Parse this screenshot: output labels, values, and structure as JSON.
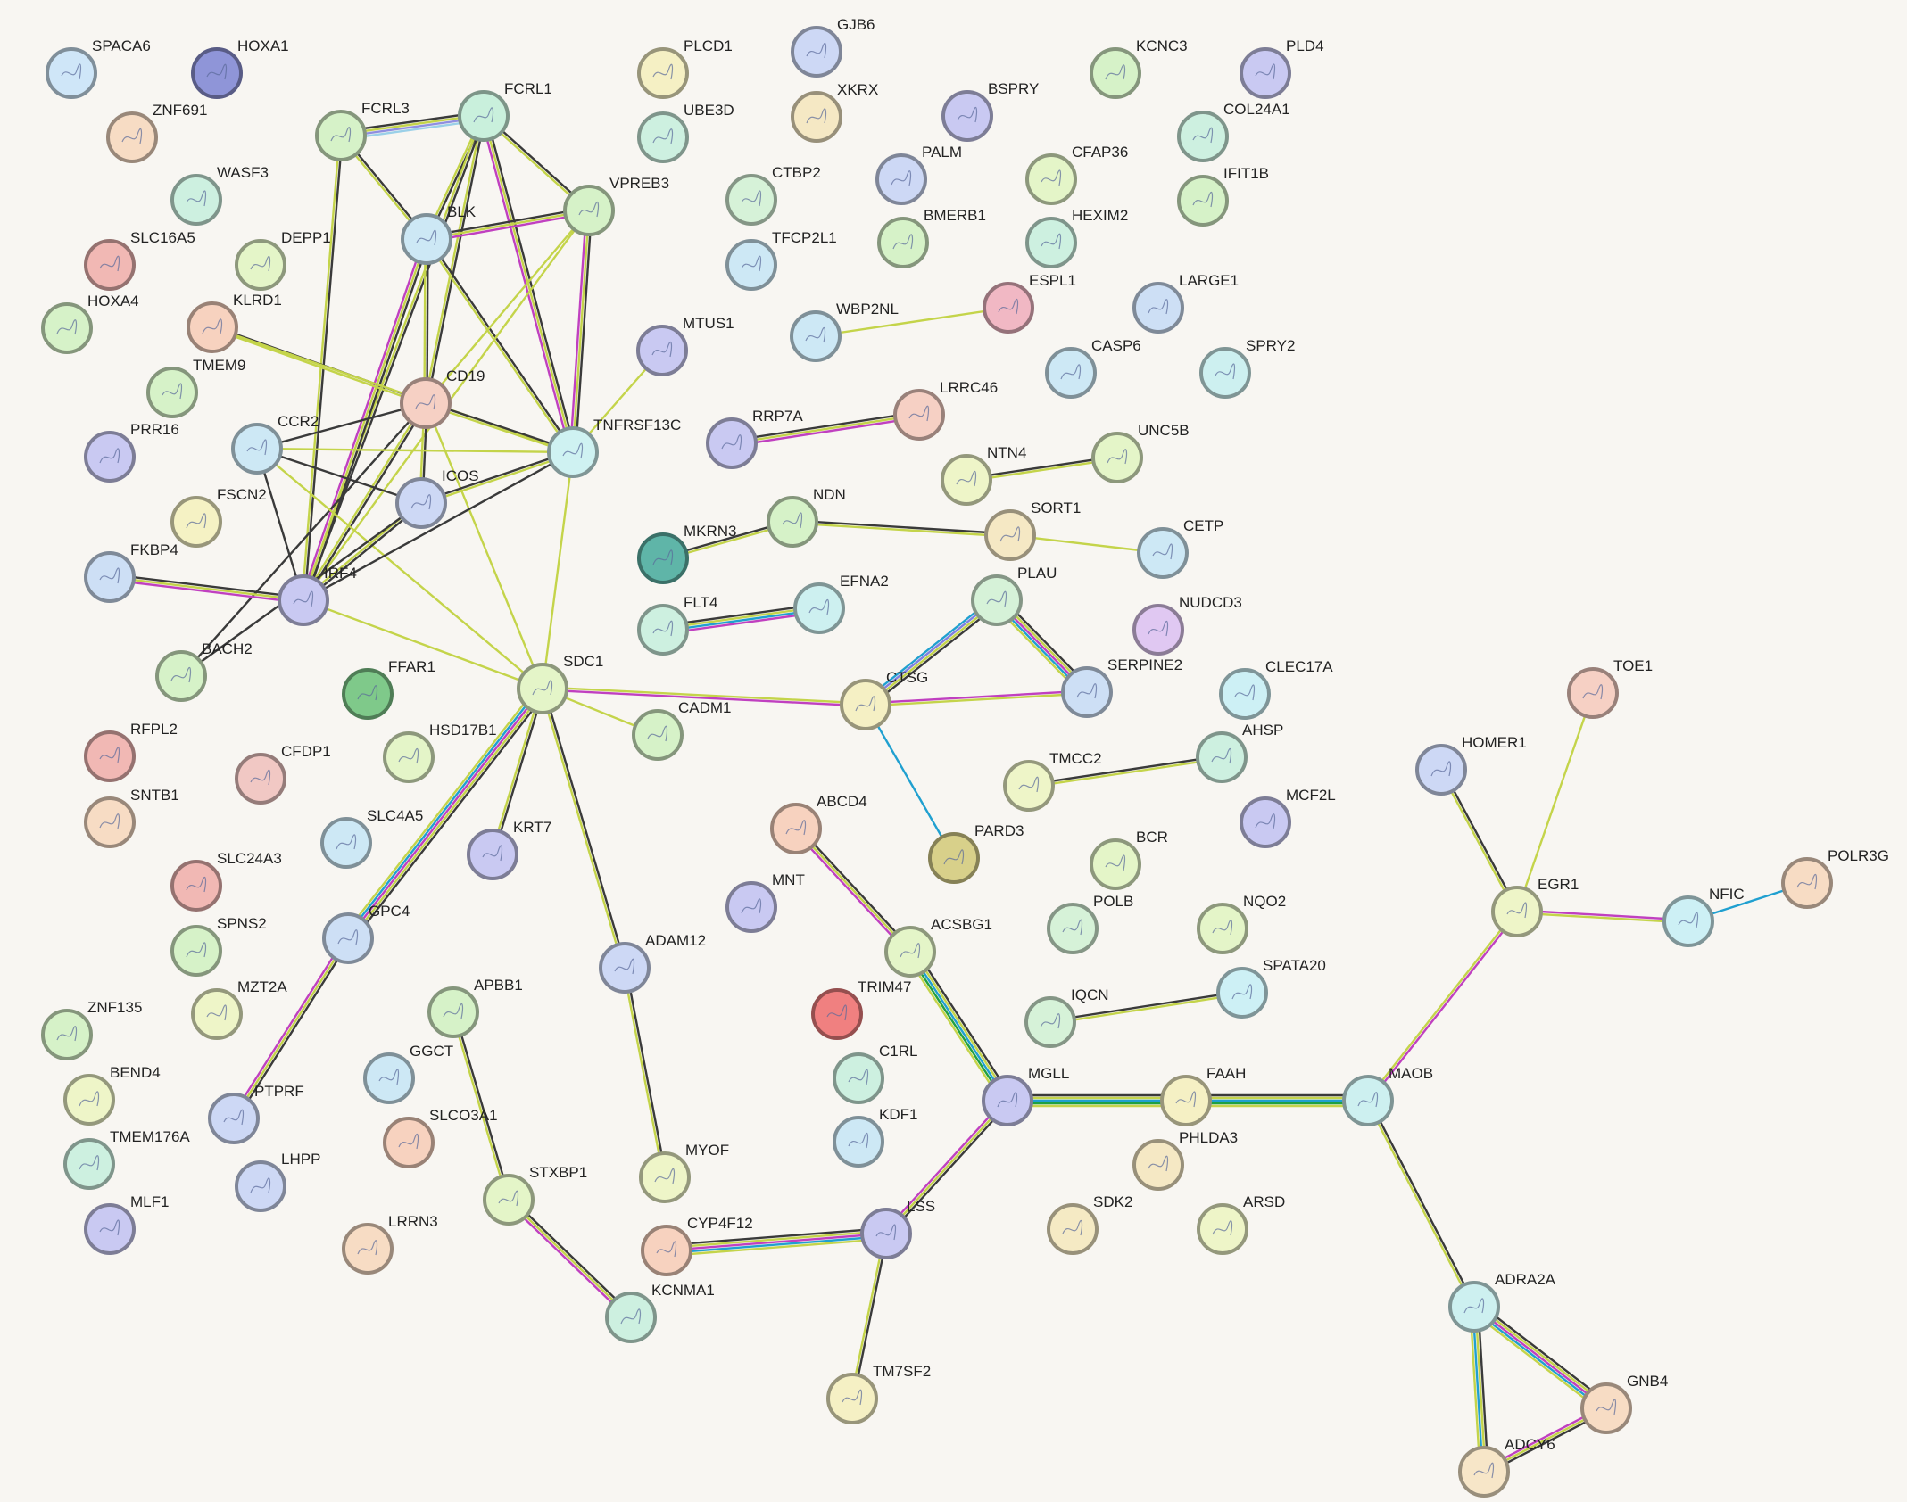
{
  "network": {
    "nodes": [
      {
        "id": "SPACA6",
        "color": "#cfe6f8"
      },
      {
        "id": "HOXA1",
        "color": "#8f95d8"
      },
      {
        "id": "ZNF691",
        "color": "#f7dcc4"
      },
      {
        "id": "FCRL3",
        "color": "#d6f2c8"
      },
      {
        "id": "FCRL1",
        "color": "#c9f0dc"
      },
      {
        "id": "WASF3",
        "color": "#cdf0e0"
      },
      {
        "id": "SLC16A5",
        "color": "#f1b8b4"
      },
      {
        "id": "DEPP1",
        "color": "#e4f5c8"
      },
      {
        "id": "HOXA4",
        "color": "#d6f2c8"
      },
      {
        "id": "KLRD1",
        "color": "#f7d2bf"
      },
      {
        "id": "TMEM9",
        "color": "#d6f2c8"
      },
      {
        "id": "BLK",
        "color": "#cde8f5"
      },
      {
        "id": "VPREB3",
        "color": "#d6f2c8"
      },
      {
        "id": "CD19",
        "color": "#f6d0c4"
      },
      {
        "id": "PRR16",
        "color": "#c9c9f2"
      },
      {
        "id": "CCR2",
        "color": "#cde8f5"
      },
      {
        "id": "TNFRSF13C",
        "color": "#cff2f2"
      },
      {
        "id": "MTUS1",
        "color": "#c9c9f2"
      },
      {
        "id": "ICOS",
        "color": "#cdd8f5"
      },
      {
        "id": "FSCN2",
        "color": "#f5f2c4"
      },
      {
        "id": "FKBP4",
        "color": "#cddff5"
      },
      {
        "id": "IRF4",
        "color": "#c9c9f2"
      },
      {
        "id": "BACH2",
        "color": "#d6f2c8"
      },
      {
        "id": "FFAR1",
        "color": "#7fc98a"
      },
      {
        "id": "SDC1",
        "color": "#e4f5c8"
      },
      {
        "id": "RFPL2",
        "color": "#f1b8b4"
      },
      {
        "id": "CFDP1",
        "color": "#f1c8c4"
      },
      {
        "id": "HSD17B1",
        "color": "#e4f5c8"
      },
      {
        "id": "SNTB1",
        "color": "#f7dcc4"
      },
      {
        "id": "SLC4A5",
        "color": "#cde8f5"
      },
      {
        "id": "KRT7",
        "color": "#c9c9f2"
      },
      {
        "id": "CADM1",
        "color": "#d6f2c8"
      },
      {
        "id": "SLC24A3",
        "color": "#f1b8b4"
      },
      {
        "id": "GPC4",
        "color": "#cddff5"
      },
      {
        "id": "SPNS2",
        "color": "#d6f2c8"
      },
      {
        "id": "MZT2A",
        "color": "#eef5c8"
      },
      {
        "id": "ADAM12",
        "color": "#cdd8f5"
      },
      {
        "id": "APBB1",
        "color": "#d6f2c8"
      },
      {
        "id": "ZNF135",
        "color": "#d6f2c8"
      },
      {
        "id": "BEND4",
        "color": "#eef5c8"
      },
      {
        "id": "GGCT",
        "color": "#cde8f5"
      },
      {
        "id": "PTPRF",
        "color": "#cdd8f5"
      },
      {
        "id": "SLCO3A1",
        "color": "#f7d2bf"
      },
      {
        "id": "TMEM176A",
        "color": "#cdf0e0"
      },
      {
        "id": "LHPP",
        "color": "#cdd8f5"
      },
      {
        "id": "MLF1",
        "color": "#c9c9f2"
      },
      {
        "id": "STXBP1",
        "color": "#e4f5c8"
      },
      {
        "id": "MYOF",
        "color": "#eef5c8"
      },
      {
        "id": "LRRN3",
        "color": "#f7dcc4"
      },
      {
        "id": "KCNMA1",
        "color": "#cdf0e0"
      },
      {
        "id": "CYP4F12",
        "color": "#f7d2bf"
      },
      {
        "id": "PLCD1",
        "color": "#f5f0c4"
      },
      {
        "id": "GJB6",
        "color": "#cdd8f5"
      },
      {
        "id": "UBE3D",
        "color": "#cdf0e0"
      },
      {
        "id": "XKRX",
        "color": "#f5e8c4"
      },
      {
        "id": "CTBP2",
        "color": "#d6f2d8"
      },
      {
        "id": "TFCP2L1",
        "color": "#cde8f5"
      },
      {
        "id": "WBP2NL",
        "color": "#cde8f5"
      },
      {
        "id": "RRP7A",
        "color": "#c9c9f2"
      },
      {
        "id": "MKRN3",
        "color": "#5fb5a8"
      },
      {
        "id": "NDN",
        "color": "#d6f2c8"
      },
      {
        "id": "FLT4",
        "color": "#cdf0e0"
      },
      {
        "id": "EFNA2",
        "color": "#cdf0f0"
      },
      {
        "id": "ABCD4",
        "color": "#f7d2bf"
      },
      {
        "id": "MNT",
        "color": "#c9c9f2"
      },
      {
        "id": "TRIM47",
        "color": "#f08080"
      },
      {
        "id": "C1RL",
        "color": "#cdf0e0"
      },
      {
        "id": "KDF1",
        "color": "#cde8f5"
      },
      {
        "id": "ACSBG1",
        "color": "#e4f5c8"
      },
      {
        "id": "MGLL",
        "color": "#c9c9f2"
      },
      {
        "id": "LSS",
        "color": "#c9c9f2"
      },
      {
        "id": "TM7SF2",
        "color": "#f5f0c4"
      },
      {
        "id": "BSPRY",
        "color": "#c9c9f2"
      },
      {
        "id": "PALM",
        "color": "#cdd8f5"
      },
      {
        "id": "BMERB1",
        "color": "#d6f2c8"
      },
      {
        "id": "CFAP36",
        "color": "#e4f5c8"
      },
      {
        "id": "HEXIM2",
        "color": "#cdf0e0"
      },
      {
        "id": "ESPL1",
        "color": "#f1b8c4"
      },
      {
        "id": "LARGE1",
        "color": "#cddff5"
      },
      {
        "id": "CASP6",
        "color": "#cde8f5"
      },
      {
        "id": "SPRY2",
        "color": "#cdf0f0"
      },
      {
        "id": "LRRC46",
        "color": "#f6d0c4"
      },
      {
        "id": "NTN4",
        "color": "#eef5c8"
      },
      {
        "id": "UNC5B",
        "color": "#e4f5c8"
      },
      {
        "id": "SORT1",
        "color": "#f5e8c4"
      },
      {
        "id": "CETP",
        "color": "#cde8f5"
      },
      {
        "id": "PLAU",
        "color": "#d6f2d8"
      },
      {
        "id": "NUDCD3",
        "color": "#e0c8f2"
      },
      {
        "id": "SERPINE2",
        "color": "#cddff5"
      },
      {
        "id": "CTSG",
        "color": "#f5f0c4"
      },
      {
        "id": "CLEC17A",
        "color": "#cdf0f5"
      },
      {
        "id": "TMCC2",
        "color": "#eef5c8"
      },
      {
        "id": "AHSP",
        "color": "#cdf0e0"
      },
      {
        "id": "MCF2L",
        "color": "#c9c9f2"
      },
      {
        "id": "PARD3",
        "color": "#d8d08a"
      },
      {
        "id": "BCR",
        "color": "#e4f5c8"
      },
      {
        "id": "POLB",
        "color": "#d6f2d8"
      },
      {
        "id": "NQO2",
        "color": "#e4f5c8"
      },
      {
        "id": "IQCN",
        "color": "#d6f2d8"
      },
      {
        "id": "SPATA20",
        "color": "#cdf0f5"
      },
      {
        "id": "FAAH",
        "color": "#f5f0c4"
      },
      {
        "id": "PHLDA3",
        "color": "#f5e8c4"
      },
      {
        "id": "SDK2",
        "color": "#f5eac4"
      },
      {
        "id": "ARSD",
        "color": "#eef5c8"
      },
      {
        "id": "KCNC3",
        "color": "#d6f2c8"
      },
      {
        "id": "PLD4",
        "color": "#c9c9f2"
      },
      {
        "id": "COL24A1",
        "color": "#cdf0e0"
      },
      {
        "id": "IFIT1B",
        "color": "#d6f2c8"
      },
      {
        "id": "TOE1",
        "color": "#f6d0c4"
      },
      {
        "id": "HOMER1",
        "color": "#cdd8f5"
      },
      {
        "id": "EGR1",
        "color": "#eef5c8"
      },
      {
        "id": "NFIC",
        "color": "#cdf0f5"
      },
      {
        "id": "POLR3G",
        "color": "#f7dcc4"
      },
      {
        "id": "MAOB",
        "color": "#cdf0f0"
      },
      {
        "id": "ADRA2A",
        "color": "#cdf0f0"
      },
      {
        "id": "GNB4",
        "color": "#f7dcc4"
      },
      {
        "id": "ADCY6",
        "color": "#f7e6c8"
      }
    ],
    "edges": [
      {
        "source": "FCRL3",
        "target": "FCRL1",
        "colors": [
          "#3a3a3a",
          "#c4d44a",
          "#8f8fe0",
          "#9ad0e8"
        ]
      },
      {
        "source": "FCRL3",
        "target": "BLK",
        "colors": [
          "#3a3a3a",
          "#c4d44a"
        ]
      },
      {
        "source": "FCRL3",
        "target": "IRF4",
        "colors": [
          "#3a3a3a",
          "#c4d44a"
        ]
      },
      {
        "source": "FCRL1",
        "target": "BLK",
        "colors": [
          "#3a3a3a",
          "#c4d44a"
        ]
      },
      {
        "source": "FCRL1",
        "target": "VPREB3",
        "colors": [
          "#3a3a3a",
          "#c4d44a"
        ]
      },
      {
        "source": "FCRL1",
        "target": "CD19",
        "colors": [
          "#3a3a3a",
          "#c4d44a"
        ]
      },
      {
        "source": "FCRL1",
        "target": "TNFRSF13C",
        "colors": [
          "#3a3a3a",
          "#c4d44a",
          "#c040c0"
        ]
      },
      {
        "source": "FCRL1",
        "target": "IRF4",
        "colors": [
          "#3a3a3a",
          "#c4d44a"
        ]
      },
      {
        "source": "BLK",
        "target": "VPREB3",
        "colors": [
          "#3a3a3a",
          "#c4d44a",
          "#c040c0"
        ]
      },
      {
        "source": "BLK",
        "target": "CD19",
        "colors": [
          "#3a3a3a",
          "#c4d44a"
        ]
      },
      {
        "source": "BLK",
        "target": "IRF4",
        "colors": [
          "#3a3a3a",
          "#c4d44a",
          "#c040c0"
        ]
      },
      {
        "source": "BLK",
        "target": "TNFRSF13C",
        "colors": [
          "#3a3a3a",
          "#c4d44a"
        ]
      },
      {
        "source": "VPREB3",
        "target": "CD19",
        "colors": [
          "#c4d44a"
        ]
      },
      {
        "source": "VPREB3",
        "target": "TNFRSF13C",
        "colors": [
          "#3a3a3a",
          "#c4d44a",
          "#c040c0"
        ]
      },
      {
        "source": "VPREB3",
        "target": "IRF4",
        "colors": [
          "#c4d44a"
        ]
      },
      {
        "source": "KLRD1",
        "target": "CD19",
        "colors": [
          "#3a3a3a",
          "#c4d44a"
        ]
      },
      {
        "source": "KLRD1",
        "target": "TNFRSF13C",
        "colors": [
          "#c4d44a"
        ]
      },
      {
        "source": "CD19",
        "target": "CCR2",
        "colors": [
          "#3a3a3a"
        ]
      },
      {
        "source": "CD19",
        "target": "ICOS",
        "colors": [
          "#3a3a3a",
          "#c4d44a"
        ]
      },
      {
        "source": "CD19",
        "target": "TNFRSF13C",
        "colors": [
          "#3a3a3a",
          "#c4d44a"
        ]
      },
      {
        "source": "CD19",
        "target": "IRF4",
        "colors": [
          "#3a3a3a",
          "#c4d44a"
        ]
      },
      {
        "source": "CD19",
        "target": "BACH2",
        "colors": [
          "#3a3a3a"
        ]
      },
      {
        "source": "CD19",
        "target": "SDC1",
        "colors": [
          "#c4d44a"
        ]
      },
      {
        "source": "CCR2",
        "target": "ICOS",
        "colors": [
          "#3a3a3a"
        ]
      },
      {
        "source": "CCR2",
        "target": "TNFRSF13C",
        "colors": [
          "#c4d44a"
        ]
      },
      {
        "source": "CCR2",
        "target": "IRF4",
        "colors": [
          "#3a3a3a"
        ]
      },
      {
        "source": "CCR2",
        "target": "SDC1",
        "colors": [
          "#c4d44a"
        ]
      },
      {
        "source": "ICOS",
        "target": "IRF4",
        "colors": [
          "#3a3a3a",
          "#c4d44a"
        ]
      },
      {
        "source": "ICOS",
        "target": "TNFRSF13C",
        "colors": [
          "#3a3a3a",
          "#c4d44a"
        ]
      },
      {
        "source": "ICOS",
        "target": "BACH2",
        "colors": [
          "#3a3a3a"
        ]
      },
      {
        "source": "TNFRSF13C",
        "target": "IRF4",
        "colors": [
          "#3a3a3a"
        ]
      },
      {
        "source": "TNFRSF13C",
        "target": "MTUS1",
        "colors": [
          "#c4d44a"
        ]
      },
      {
        "source": "TNFRSF13C",
        "target": "SDC1",
        "colors": [
          "#c4d44a"
        ]
      },
      {
        "source": "FKBP4",
        "target": "IRF4",
        "colors": [
          "#3a3a3a",
          "#c4d44a",
          "#c040c0"
        ]
      },
      {
        "source": "IRF4",
        "target": "SDC1",
        "colors": [
          "#c4d44a"
        ]
      },
      {
        "source": "SDC1",
        "target": "CADM1",
        "colors": [
          "#c4d44a"
        ]
      },
      {
        "source": "SDC1",
        "target": "CTSG",
        "colors": [
          "#c4d44a",
          "#c040c0"
        ]
      },
      {
        "source": "SDC1",
        "target": "KRT7",
        "colors": [
          "#3a3a3a",
          "#c4d44a"
        ]
      },
      {
        "source": "SDC1",
        "target": "ADAM12",
        "colors": [
          "#3a3a3a",
          "#c4d44a"
        ]
      },
      {
        "source": "SDC1",
        "target": "GPC4",
        "colors": [
          "#3a3a3a",
          "#c4d44a",
          "#c040c0",
          "#20a0d0",
          "#c4d44a"
        ]
      },
      {
        "source": "GPC4",
        "target": "PTPRF",
        "colors": [
          "#3a3a3a",
          "#c4d44a",
          "#c040c0"
        ]
      },
      {
        "source": "ADAM12",
        "target": "MYOF",
        "colors": [
          "#3a3a3a",
          "#c4d44a"
        ]
      },
      {
        "source": "APBB1",
        "target": "STXBP1",
        "colors": [
          "#3a3a3a",
          "#c4d44a"
        ]
      },
      {
        "source": "STXBP1",
        "target": "KCNMA1",
        "colors": [
          "#3a3a3a",
          "#c4d44a",
          "#c040c0"
        ]
      },
      {
        "source": "WBP2NL",
        "target": "ESPL1",
        "colors": [
          "#c4d44a"
        ]
      },
      {
        "source": "RRP7A",
        "target": "LRRC46",
        "colors": [
          "#3a3a3a",
          "#c4d44a",
          "#c040c0"
        ]
      },
      {
        "source": "NTN4",
        "target": "UNC5B",
        "colors": [
          "#3a3a3a",
          "#c4d44a"
        ]
      },
      {
        "source": "MKRN3",
        "target": "NDN",
        "colors": [
          "#3a3a3a",
          "#c4d44a"
        ]
      },
      {
        "source": "NDN",
        "target": "SORT1",
        "colors": [
          "#3a3a3a",
          "#c4d44a"
        ]
      },
      {
        "source": "SORT1",
        "target": "CETP",
        "colors": [
          "#c4d44a"
        ]
      },
      {
        "source": "FLT4",
        "target": "EFNA2",
        "colors": [
          "#3a3a3a",
          "#c4d44a",
          "#20a0d0",
          "#c040c0"
        ]
      },
      {
        "source": "PLAU",
        "target": "SERPINE2",
        "colors": [
          "#3a3a3a",
          "#c4d44a",
          "#c040c0",
          "#20a0d0",
          "#c4d44a"
        ]
      },
      {
        "source": "PLAU",
        "target": "CTSG",
        "colors": [
          "#3a3a3a",
          "#c4d44a",
          "#8080e0",
          "#20a0d0"
        ]
      },
      {
        "source": "CTSG",
        "target": "SERPINE2",
        "colors": [
          "#c040c0",
          "#c4d44a"
        ]
      },
      {
        "source": "CTSG",
        "target": "PARD3",
        "colors": [
          "#20a0d0"
        ]
      },
      {
        "source": "TMCC2",
        "target": "AHSP",
        "colors": [
          "#3a3a3a",
          "#c4d44a"
        ]
      },
      {
        "source": "IQCN",
        "target": "SPATA20",
        "colors": [
          "#3a3a3a",
          "#c4d44a"
        ]
      },
      {
        "source": "ABCD4",
        "target": "ACSBG1",
        "colors": [
          "#3a3a3a",
          "#c4d44a",
          "#c040c0"
        ]
      },
      {
        "source": "ACSBG1",
        "target": "MGLL",
        "colors": [
          "#3a3a3a",
          "#c4d44a",
          "#20a0d0",
          "#20a040",
          "#c4d44a"
        ]
      },
      {
        "source": "MGLL",
        "target": "FAAH",
        "colors": [
          "#3a3a3a",
          "#c4d44a",
          "#20a0d0",
          "#20a040",
          "#c4d44a"
        ]
      },
      {
        "source": "MGLL",
        "target": "LSS",
        "colors": [
          "#3a3a3a",
          "#c4d44a",
          "#c040c0"
        ]
      },
      {
        "source": "FAAH",
        "target": "MAOB",
        "colors": [
          "#3a3a3a",
          "#c4d44a",
          "#20a0d0",
          "#20a040",
          "#c4d44a"
        ]
      },
      {
        "source": "CYP4F12",
        "target": "LSS",
        "colors": [
          "#3a3a3a",
          "#c4d44a",
          "#c040c0",
          "#20a0d0",
          "#c4d44a"
        ]
      },
      {
        "source": "LSS",
        "target": "TM7SF2",
        "colors": [
          "#3a3a3a",
          "#c4d44a"
        ]
      },
      {
        "source": "HOMER1",
        "target": "EGR1",
        "colors": [
          "#3a3a3a",
          "#c4d44a"
        ]
      },
      {
        "source": "TOE1",
        "target": "EGR1",
        "colors": [
          "#c4d44a"
        ]
      },
      {
        "source": "EGR1",
        "target": "NFIC",
        "colors": [
          "#c040c0",
          "#c4d44a"
        ]
      },
      {
        "source": "NFIC",
        "target": "POLR3G",
        "colors": [
          "#20a0d0"
        ]
      },
      {
        "source": "EGR1",
        "target": "MAOB",
        "colors": [
          "#c040c0",
          "#c4d44a"
        ]
      },
      {
        "source": "MAOB",
        "target": "ADRA2A",
        "colors": [
          "#3a3a3a",
          "#c4d44a"
        ]
      },
      {
        "source": "ADRA2A",
        "target": "GNB4",
        "colors": [
          "#3a3a3a",
          "#c4d44a",
          "#c040c0",
          "#20a0d0",
          "#c4d44a"
        ]
      },
      {
        "source": "ADRA2A",
        "target": "ADCY6",
        "colors": [
          "#3a3a3a",
          "#c4d44a",
          "#20a0d0",
          "#c4d44a"
        ]
      },
      {
        "source": "GNB4",
        "target": "ADCY6",
        "colors": [
          "#3a3a3a",
          "#c4d44a",
          "#c040c0"
        ]
      }
    ]
  }
}
